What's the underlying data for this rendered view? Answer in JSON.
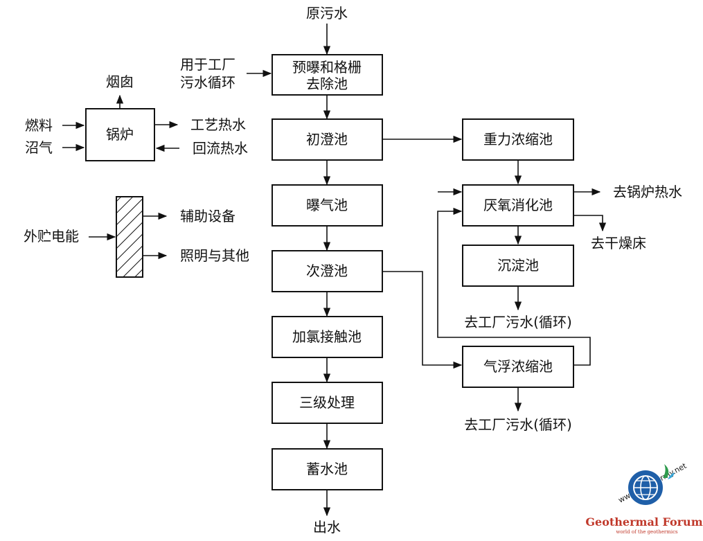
{
  "nodes": {
    "raw_sewage": "原污水",
    "pre_aeration": [
      "预曝和格栅",
      "去除池"
    ],
    "primary_clarifier": "初澄池",
    "aeration_tank": "曝气池",
    "secondary_clarifier": "次澄池",
    "chlorine_contact": "加氯接触池",
    "tertiary_treatment": "三级处理",
    "storage_pond": "蓄水池",
    "effluent": "出水",
    "gravity_thickener": "重力浓缩池",
    "anaerobic_digester": "厌氧消化池",
    "settling_tank": "沉淀池",
    "flotation_thickener": "气浮浓缩池",
    "boiler": "锅炉",
    "chimney": "烟囱",
    "fuel": "燃料",
    "biogas": "沼气",
    "process_hot_water": "工艺热水",
    "return_hot_water": "回流热水",
    "plant_recycle": [
      "用于工厂",
      "污水循环"
    ],
    "external_storage_power": "外贮电能",
    "auxiliary_equipment": "辅助设备",
    "lighting_other": "照明与其他",
    "to_boiler_hot_water": "去锅炉热水",
    "to_drying_bed": "去干燥床",
    "to_plant_sewage_1": "去工厂污水(循环)",
    "to_plant_sewage_2": "去工厂污水(循环)"
  },
  "watermark": {
    "url": "www.geothermy.net",
    "name": "Geothermal Forum",
    "tagline": "world of the geothermics"
  }
}
